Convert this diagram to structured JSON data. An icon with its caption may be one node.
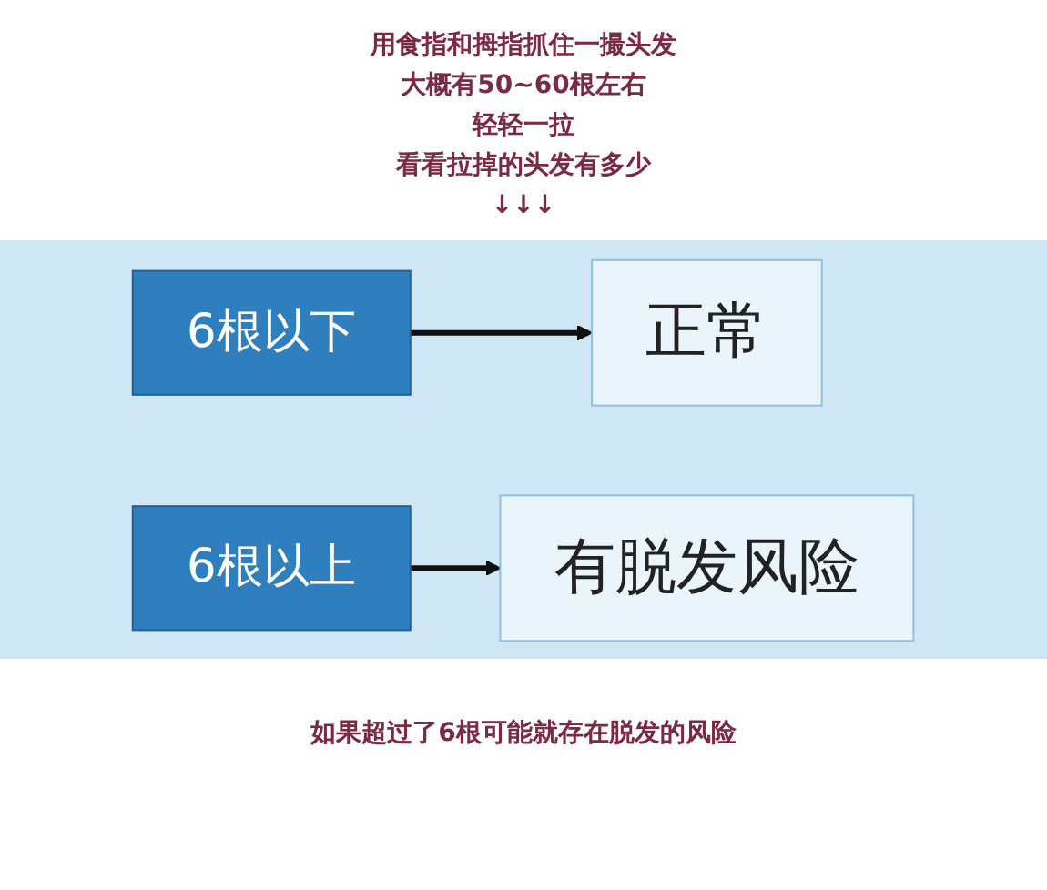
{
  "diagram": {
    "caption": "如果超过了6根可能就存在脱发的风险",
    "nodes": [
      {
        "text": [
          "6根以下"
        ]
      },
      {
        "text": [
          "正常"
        ]
      },
      {
        "text": [
          "6根以上"
        ]
      },
      {
        "text": [
          "有脱发风险"
        ]
      }
    ],
    "edges": [
      {
        "from": 0,
        "to": 1,
        "arrow": "to"
      },
      {
        "from": 2,
        "to": 3,
        "arrow": "to"
      }
    ],
    "labels": [
      "用食指和拇指抓住一撮头发",
      "大概有50~60根左右",
      "轻轻一拉",
      "看看拉掉的头发有多少",
      "↓↓↓"
    ]
  }
}
